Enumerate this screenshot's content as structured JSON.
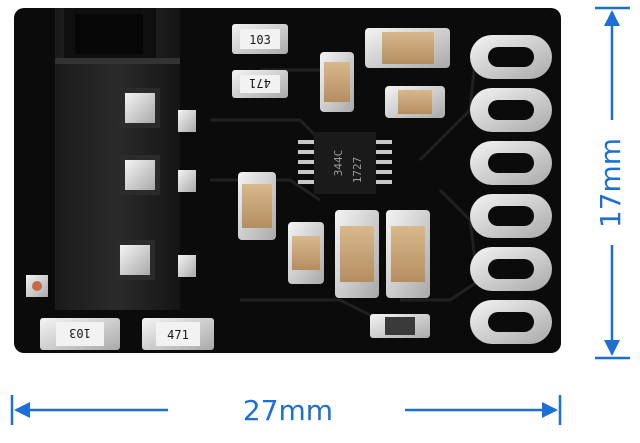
{
  "dimensions": {
    "width_label": "27mm",
    "height_label": "17mm"
  },
  "components": {
    "resistor_top": "103",
    "resistor_mid": "471",
    "resistor_bottom_left": "103",
    "resistor_bottom_right": "471",
    "ic_line1": "344C",
    "ic_line2": "1727"
  },
  "colors": {
    "pcb": "#0b0b0b",
    "dimension": "#1d6fd6",
    "pad": "#d9d9d9",
    "capacitor": "#c9a67a"
  }
}
